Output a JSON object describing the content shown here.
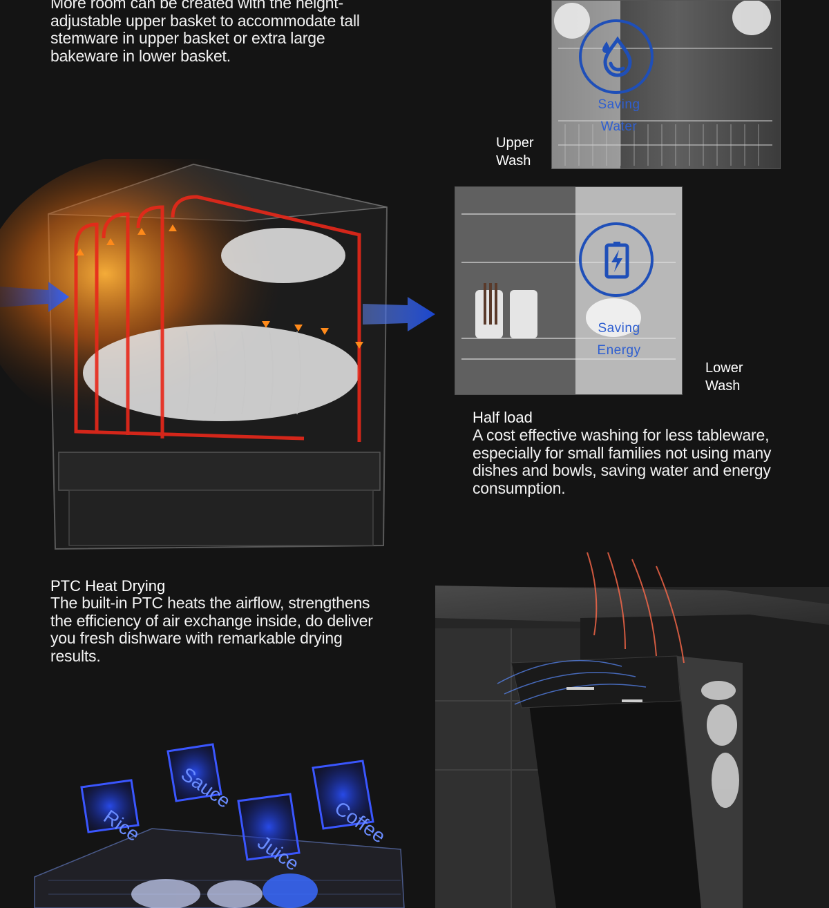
{
  "intro": {
    "text": "More room can be created with the height-adjustable upper basket to accommodate tall stemware in upper basket or extra large bakeware in lower basket."
  },
  "half_load": {
    "upper_label_line1": "Upper",
    "upper_label_line2": "Wash",
    "lower_label_line1": "Lower",
    "lower_label_line2": "Wash",
    "badge_water_line1": "Saving",
    "badge_water_line2": "Water",
    "badge_energy_line1": "Saving",
    "badge_energy_line2": "Energy",
    "title": "Half load",
    "text": "A cost effective washing for less tableware, especially for small families not using many dishes and bowls, saving water and energy consumption."
  },
  "ptc": {
    "title": "PTC Heat Drying",
    "text": "The built-in PTC heats the airflow, strengthens the efficiency of air exchange inside, do deliver you fresh dishware with remarkable drying results."
  },
  "food_cubes": {
    "items": [
      "Rice",
      "Sauce",
      "Juice",
      "Coffee"
    ]
  },
  "colors": {
    "background": "#141414",
    "badge_blue": "#1f4fb8",
    "heat_red": "#e8281a",
    "air_blue": "#1a48d8",
    "cube_blue": "#1f3df0"
  },
  "icons": {
    "water": "water-drop-icon",
    "energy": "battery-bolt-icon"
  }
}
